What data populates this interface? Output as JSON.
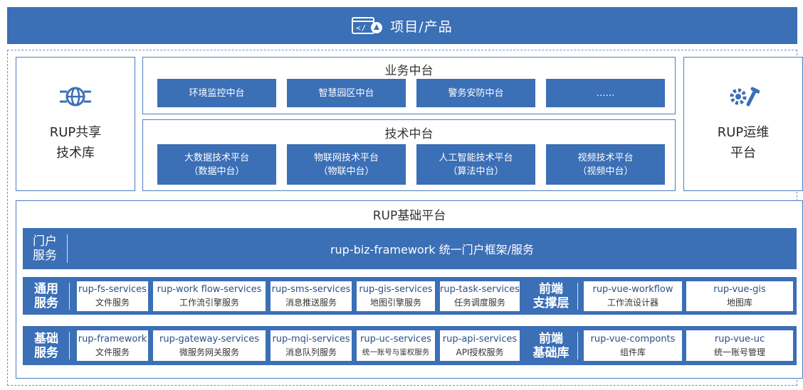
{
  "header": {
    "title": "项目/产品"
  },
  "left_box": {
    "line1": "RUP共享",
    "line2": "技术库"
  },
  "right_box": {
    "line1": "RUP运维",
    "line2": "平台"
  },
  "business": {
    "title": "业务中台",
    "items": [
      "环境监控中台",
      "智慧园区中台",
      "警务安防中台",
      "……"
    ]
  },
  "tech": {
    "title": "技术中台",
    "items": [
      {
        "l1": "大数据技术平台",
        "l2": "（数据中台）"
      },
      {
        "l1": "物联网技术平台",
        "l2": "（物联中台）"
      },
      {
        "l1": "人工智能技术平台",
        "l2": "（算法中台）"
      },
      {
        "l1": "视频技术平台",
        "l2": "（视频中台）"
      }
    ]
  },
  "base": {
    "title": "RUP基础平台",
    "portal": {
      "label1": "门户",
      "label2": "服务",
      "text": "rup-biz-framework 统一门户框架/服务"
    },
    "general": {
      "label1": "通用",
      "label2": "服务",
      "cells": [
        {
          "t1": "rup-fs-services",
          "t2": "文件服务"
        },
        {
          "t1": "rup-work flow-services",
          "t2": "工作流引擎服务"
        },
        {
          "t1": "rup-sms-services",
          "t2": "消息推送服务"
        },
        {
          "t1": "rup-gis-services",
          "t2": "地图引擎服务"
        },
        {
          "t1": "rup-task-services",
          "t2": "任务调度服务"
        }
      ],
      "front_label1": "前端",
      "front_label2": "支撑层",
      "front_cells": [
        {
          "t1": "rup-vue-workflow",
          "t2": "工作流设计器"
        },
        {
          "t1": "rup-vue-gis",
          "t2": "地图库"
        }
      ]
    },
    "basic": {
      "label1": "基础",
      "label2": "服务",
      "cells": [
        {
          "t1": "rup-framework",
          "t2": "文件服务"
        },
        {
          "t1": "rup-gateway-services",
          "t2": "微服务网关服务"
        },
        {
          "t1": "rup-mqi-services",
          "t2": "消息队列服务"
        },
        {
          "t1": "rup-uc-services",
          "t2": "统一账号与鉴权服务"
        },
        {
          "t1": "rup-api-services",
          "t2": "API授权服务"
        }
      ],
      "front_label1": "前端",
      "front_label2": "基础库",
      "front_cells": [
        {
          "t1": "rup-vue-componts",
          "t2": "组件库"
        },
        {
          "t1": "rup-vue-uc",
          "t2": "统一账号管理"
        }
      ]
    }
  },
  "colors": {
    "primary": "#3b6fb6",
    "border": "#4a7ec1",
    "dashed": "#6a93c9"
  },
  "icons": {
    "header": "code-window-icon",
    "left": "globe-network-icon",
    "right": "gears-wrench-icon"
  }
}
